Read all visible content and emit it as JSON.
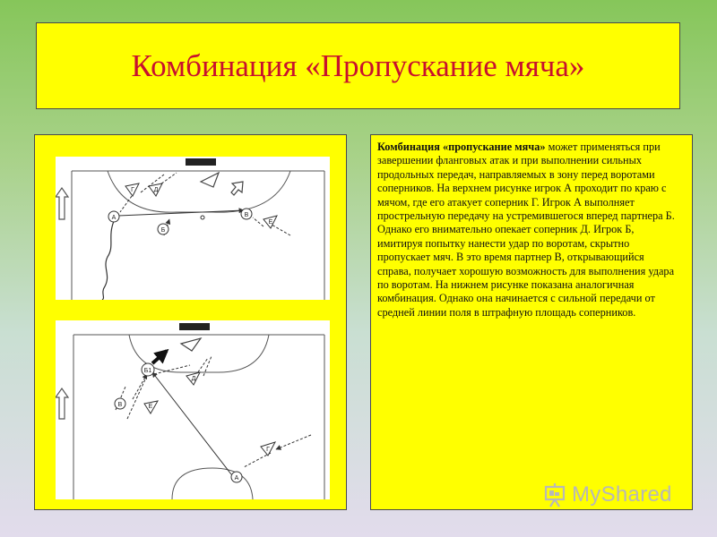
{
  "slide": {
    "title": "Комбинация «Пропускание мяча»",
    "paragraph_lead": "Комбинация «пропускание мяча»",
    "paragraph_body": " может применяться при завершении фланговых атак и при выполнении сильных продольных передач, направляемых в зону перед воротами соперников. На верхнем рисунке игрок А проходит по краю с мячом, где его атакует соперник Г. Игрок А выполняет прострельную передачу на устремившегося вперед партнера Б. Однако его внимательно опекает соперник Д. Игрок Б, имитируя попытку нанести удар по воротам, скрытно пропускает мяч. В это время партнер В, открывающийся справа, получает хорошую возможность для выполнения удара по воротам. На нижнем рисунке показана аналогичная комбинация. Однако она начинается с сильной передачи от средней линии поля в штрафную площадь соперников."
  },
  "diagram_top": {
    "players": [
      "Г",
      "Д",
      "А",
      "Б",
      "В",
      "Е"
    ]
  },
  "diagram_bottom": {
    "players": [
      "Б1",
      "Д",
      "В",
      "Е",
      "Г",
      "А"
    ]
  },
  "watermark": {
    "text": "MyShared",
    "icon": "presentation-board-icon"
  },
  "colors": {
    "title": "#c8102e",
    "panel": "#ffff00"
  }
}
